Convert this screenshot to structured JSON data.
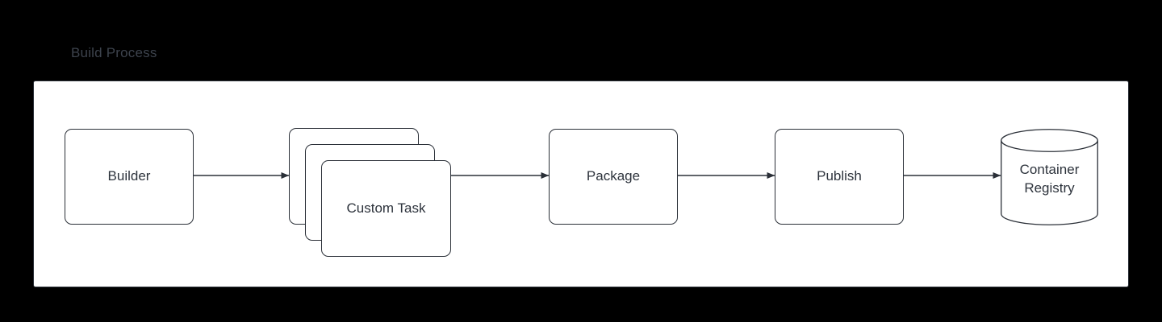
{
  "diagram": {
    "background_color": "#000000",
    "panel_color": "#ffffff",
    "stroke_color": "#2b3038",
    "text_color": "#2d333c",
    "title_color": "#3d434d",
    "title": "Build Process",
    "nodes": [
      {
        "id": "builder",
        "label": "Builder",
        "shape": "rounded-rect"
      },
      {
        "id": "custom-task",
        "label": "Custom Task",
        "shape": "stacked-rounded-rect",
        "stack_count": 3
      },
      {
        "id": "package",
        "label": "Package",
        "shape": "rounded-rect"
      },
      {
        "id": "publish",
        "label": "Publish",
        "shape": "rounded-rect"
      },
      {
        "id": "container-registry",
        "label_line1": "Container",
        "label_line2": "Registry",
        "shape": "cylinder"
      }
    ],
    "edges": [
      {
        "from": "builder",
        "to": "custom-task",
        "arrow": "single"
      },
      {
        "from": "custom-task",
        "to": "package",
        "arrow": "single"
      },
      {
        "from": "package",
        "to": "publish",
        "arrow": "single"
      },
      {
        "from": "publish",
        "to": "container-registry",
        "arrow": "single"
      }
    ]
  }
}
